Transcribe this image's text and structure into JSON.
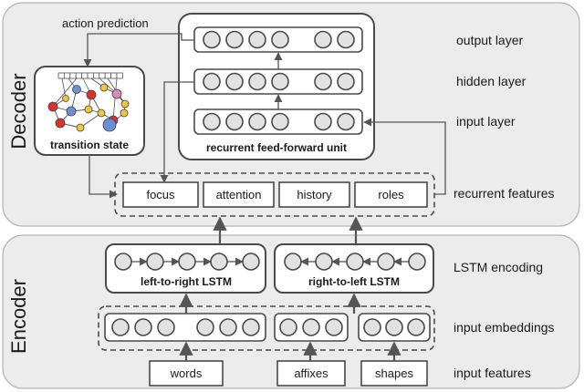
{
  "sections": {
    "decoder": "Decoder",
    "encoder": "Encoder"
  },
  "decoder": {
    "action_prediction": "action prediction",
    "transition_state": "transition state",
    "rff_unit": "recurrent feed-forward unit",
    "recurrent_features": [
      "focus",
      "attention",
      "history",
      "roles"
    ]
  },
  "encoder": {
    "lstm_left": "left-to-right LSTM",
    "lstm_right": "right-to-left LSTM",
    "input_features": [
      "words",
      "affixes",
      "shapes"
    ]
  },
  "layer_labels": {
    "output": "output layer",
    "hidden": "hidden layer",
    "input": "input layer",
    "recurrent_features": "recurrent features",
    "lstm_encoding": "LSTM encoding",
    "input_embeddings": "input embeddings",
    "input_features": "input features"
  },
  "graph_colors": {
    "red": "#d9342b",
    "blue": "#6b8fd6",
    "pink": "#d48bc0",
    "yellow": "#f2c53d"
  }
}
